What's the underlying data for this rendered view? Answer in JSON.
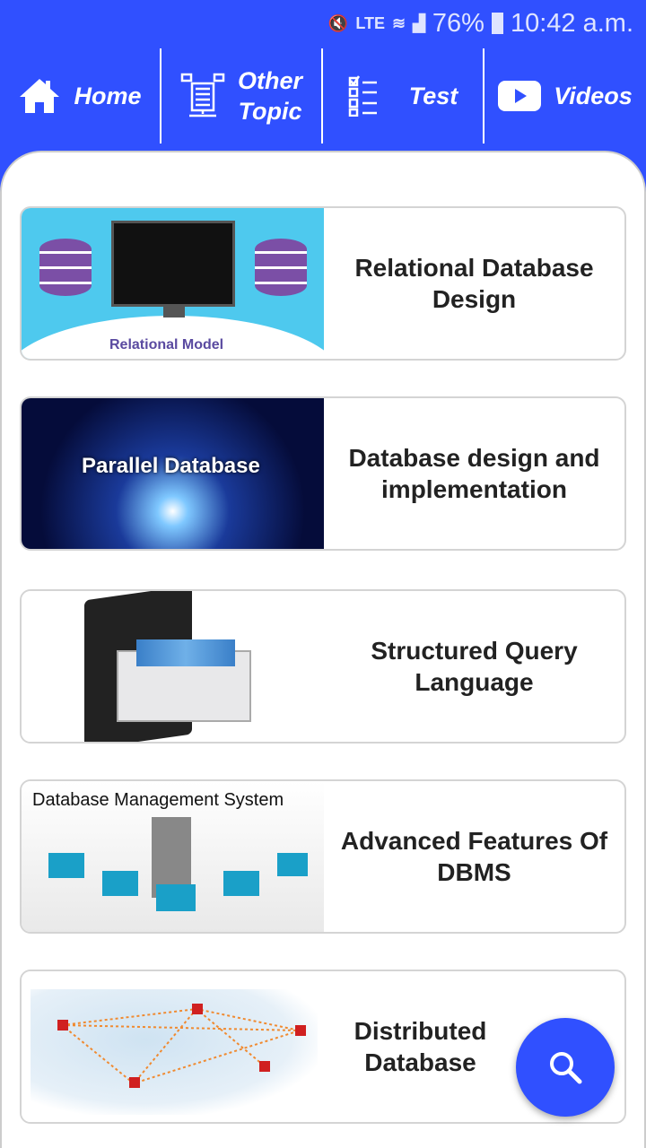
{
  "status": {
    "battery": "76%",
    "time": "10:42 a.m.",
    "network": "LTE"
  },
  "nav": [
    {
      "label": "Home",
      "icon": "home-icon"
    },
    {
      "label": "Other Topic",
      "icon": "server-icon"
    },
    {
      "label": "Test",
      "icon": "checklist-icon"
    },
    {
      "label": "Videos",
      "icon": "play-icon"
    }
  ],
  "cards": [
    {
      "title": "Relational Database Design",
      "image_text": "Relational Model"
    },
    {
      "title": "Database design and implementation",
      "image_text": "Parallel Database"
    },
    {
      "title": "Structured Query Language",
      "image_text": ""
    },
    {
      "title": "Advanced Features Of DBMS",
      "image_text": "Database Management System"
    },
    {
      "title": "Distributed Database",
      "image_text": ""
    }
  ],
  "colors": {
    "primary": "#3050ff"
  },
  "fab": {
    "icon": "search-icon"
  }
}
